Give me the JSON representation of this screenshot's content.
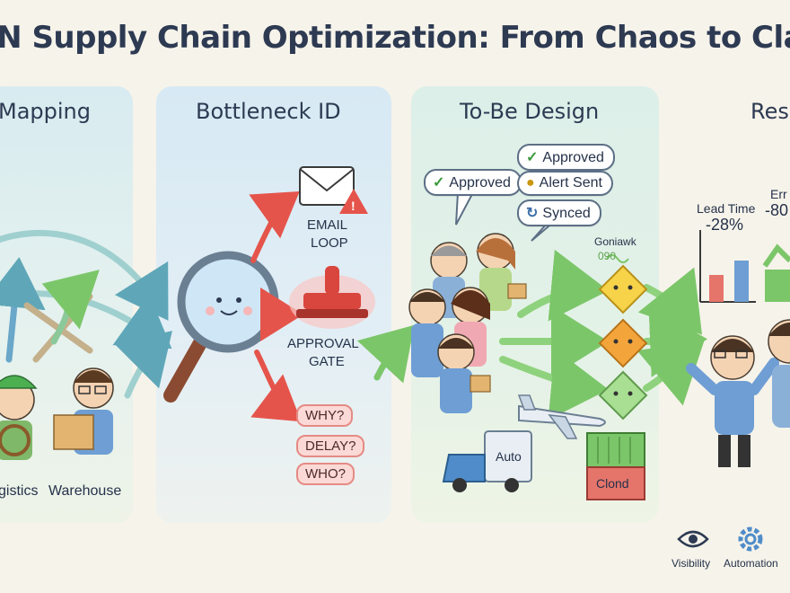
{
  "title": "IN Supply Chain Optimization: From Chaos to Cla",
  "panels": [
    {
      "heading": "Mapping",
      "labels": [
        "gistics",
        "Warehouse"
      ]
    },
    {
      "heading": "Bottleneck ID",
      "labels": [
        "EMAIL",
        "LOOP",
        "APPROVAL",
        "GATE"
      ],
      "pills": [
        "WHY?",
        "DELAY?",
        "WHO?"
      ]
    },
    {
      "heading": "To-Be Design",
      "bubbles": [
        "Approved",
        "Approved",
        "Alert Sent",
        "Synced"
      ],
      "tags": [
        "Auto",
        "Clond"
      ],
      "scribble": [
        "Goniawk",
        "090"
      ]
    },
    {
      "heading": "Res",
      "metrics": [
        {
          "label": "Lead Time",
          "value": "-28%"
        },
        {
          "label": "Err",
          "value": "-80"
        }
      ],
      "icons": [
        "Visibility",
        "Automation"
      ]
    }
  ],
  "colors": {
    "accent_green": "#7cc66a",
    "accent_red": "#e5544b",
    "accent_blue": "#4f8cc9",
    "title": "#2d3a52"
  },
  "icon_names": [
    "envelope-icon",
    "warning-icon",
    "magnifier-icon",
    "stamp-icon",
    "airplane-icon",
    "truck-icon",
    "container-icon",
    "eye-icon",
    "gear-icon",
    "check-icon",
    "bell-icon",
    "sync-icon"
  ]
}
